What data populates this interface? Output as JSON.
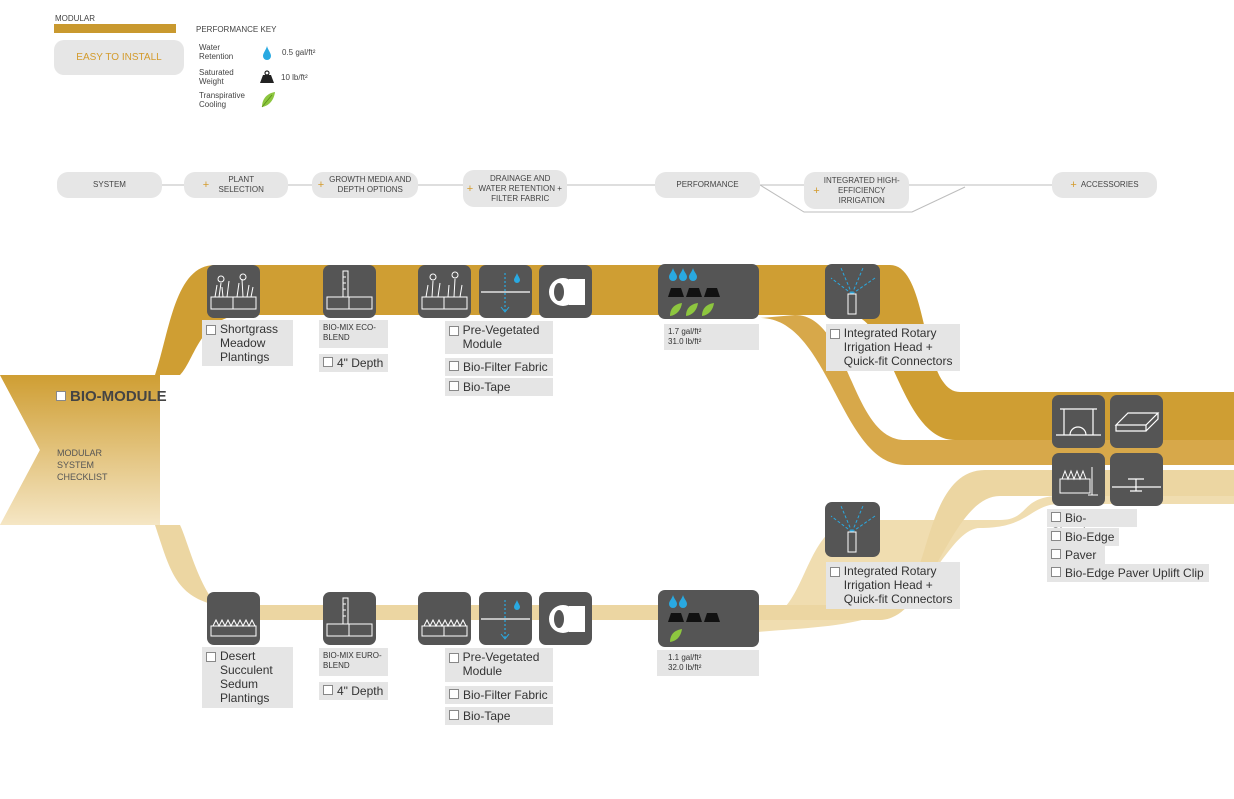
{
  "legend": {
    "modular_label": "MODULAR",
    "easy_install": "EASY TO INSTALL",
    "performance_key": "PERFORMANCE KEY",
    "water_label": "Water Retention",
    "water_value": "0.5 gal/ft²",
    "weight_label": "Saturated Weight",
    "weight_value": "10 lb/ft²",
    "cooling_label": "Transpirative Cooling"
  },
  "steps": {
    "system": "SYSTEM",
    "plant": "PLANT SELECTION",
    "growth": "GROWTH MEDIA AND DEPTH OPTIONS",
    "drainage": "DRAINAGE AND WATER RETENTION + FILTER FABRIC",
    "performance": "PERFORMANCE",
    "irrigation": "INTEGRATED HIGH-EFFICIENCY IRRIGATION",
    "accessories": "ACCESSORIES"
  },
  "main": {
    "title": "BIO-MODULE",
    "subtitle": "MODULAR SYSTEM CHECKLIST"
  },
  "top": {
    "plant": "Shortgrass Meadow Plantings",
    "media": "BIO-MIX ECO-BLEND",
    "depth": "4\" Depth",
    "prevegetated": "Pre-Vegetated Module",
    "fabric": "Bio-Filter Fabric",
    "tape": "Bio-Tape",
    "perf_water": "1.7 gal/ft²",
    "perf_weight": "31.0 lb/ft²",
    "irrigation": "Integrated Rotary Irrigation Head + Quick-fit Connectors"
  },
  "bottom": {
    "plant": "Desert Succulent Sedum Plantings",
    "media": "BIO-MIX EURO-BLEND",
    "depth": "4\" Depth",
    "prevegetated": "Pre-Vegetated Module",
    "fabric": "Bio-Filter Fabric",
    "tape": "Bio-Tape",
    "perf_water": "1.1 gal/ft²",
    "perf_weight": "32.0 lb/ft²",
    "irrigation": "Integrated Rotary Irrigation Head + Quick-fit Connectors"
  },
  "accessories": {
    "items": [
      "Bio-Chamber",
      "Bio-Edge",
      "Paver",
      "Bio-Edge Paver Uplift Clip"
    ]
  },
  "colors": {
    "gold": "#c9992f",
    "light_gold": "#ecd6a2",
    "icon_dark": "#555555",
    "water_blue": "#29a9e1",
    "leaf_green": "#8dc63f"
  }
}
